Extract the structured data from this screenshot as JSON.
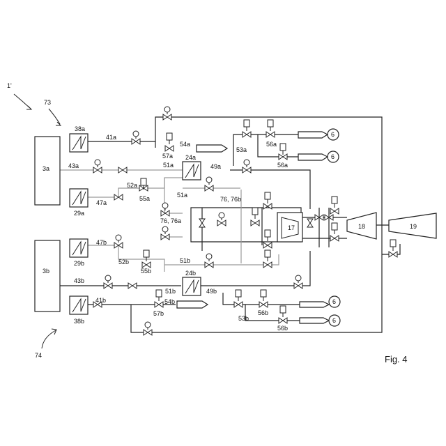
{
  "figure": {
    "caption": "Fig. 4",
    "system_ref": "1'",
    "group_refs": {
      "top": "73",
      "bottom": "74"
    }
  },
  "labels": {
    "unit_3a": "3a",
    "unit_3b": "3b",
    "hx_38a": "38a",
    "hx_29a": "29a",
    "hx_29b": "29b",
    "hx_38b": "38b",
    "hx_24a": "24a",
    "hx_24b": "24b",
    "l41a": "41a",
    "l43a": "43a",
    "l47a": "47a",
    "l47b": "47b",
    "l43b": "43b",
    "l41b": "41b",
    "l54a": "54a",
    "l57a": "57a",
    "l53a": "53a",
    "l56a1": "56a",
    "l56a2": "56a",
    "l49a": "49a",
    "l51a1": "51a",
    "l51a2": "51a",
    "l52a": "52a",
    "l55a": "55a",
    "l7676b": "76, 76b",
    "l7676a": "76, 76a",
    "l52b": "52b",
    "l55b": "55b",
    "l51b1": "51b",
    "l51b2": "51b",
    "l49b": "49b",
    "l54b": "54b",
    "l57b": "57b",
    "l53b": "53b",
    "l56b1": "56b",
    "l56b2": "56b",
    "comp_17": "17",
    "turb_18": "18",
    "turb_19": "19",
    "port": "6"
  }
}
